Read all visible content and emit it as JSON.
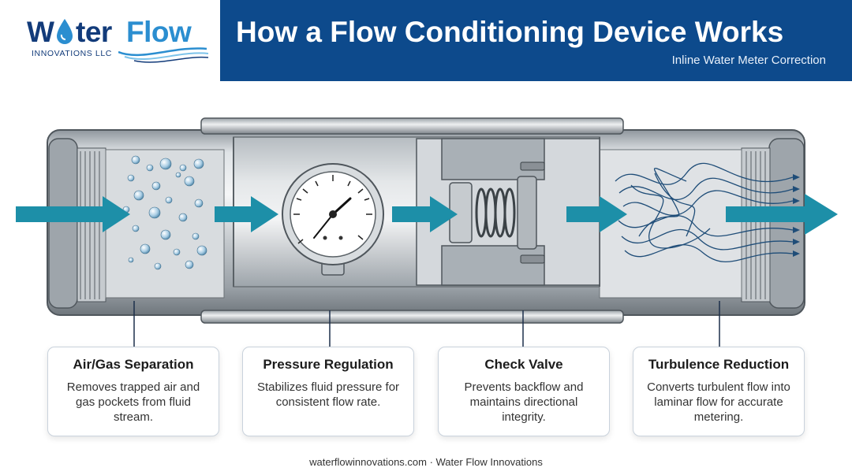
{
  "brand": {
    "logo_w": "W",
    "logo_drop": "a",
    "logo_ter": "ter",
    "logo_flow": "Flow",
    "logo_subtitle": "INNOVATIONS LLC"
  },
  "header": {
    "title": "How a Flow Conditioning Device Works",
    "subtitle": "Inline Water Meter Correction"
  },
  "colors": {
    "header_band": "#0d4a8c",
    "arrow_teal": "#1d8fa8",
    "logo_navy": "#123b7a",
    "logo_blue": "#2b8ed0"
  },
  "stages": [
    {
      "title": "Air/Gas Separation",
      "desc": "Removes trapped air and gas pockets from fluid stream.",
      "icon": "bubbles-icon"
    },
    {
      "title": "Pressure Regulation",
      "desc": "Stabilizes fluid pressure for consistent flow rate.",
      "icon": "pressure-gauge-icon"
    },
    {
      "title": "Check Valve",
      "desc": "Prevents backflow and maintains directional integrity.",
      "icon": "spring-valve-icon"
    },
    {
      "title": "Turbulence Reduction",
      "desc": "Converts turbulent flow into laminar flow for accurate metering.",
      "icon": "flow-lines-icon"
    }
  ],
  "footer": {
    "text": "waterflowinnovations.com · Water Flow Innovations"
  }
}
